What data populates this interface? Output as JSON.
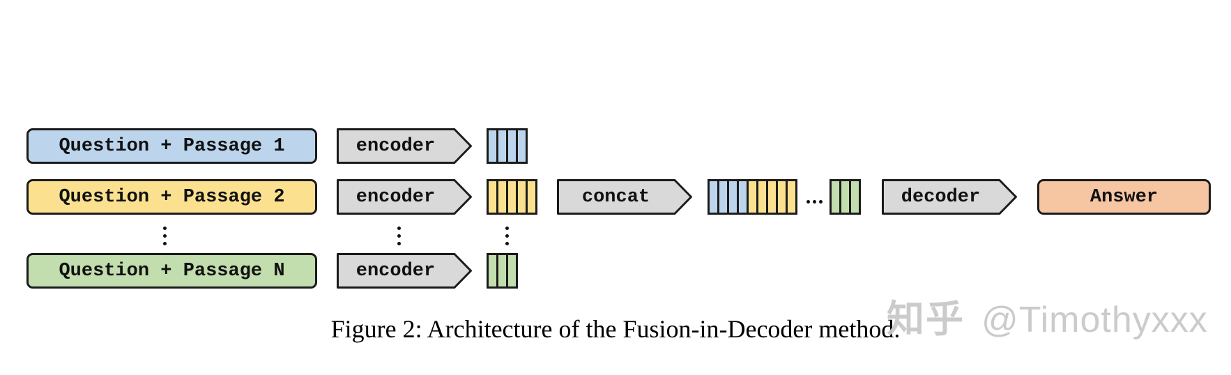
{
  "colors": {
    "blue": "#bcd5ec",
    "yellow": "#fbe18f",
    "green": "#c2ddae",
    "orange": "#f6c5a2",
    "gray": "#d9d9d9",
    "border": "#1b1b1b",
    "text": "#111111",
    "watermark": "#c9c9c9"
  },
  "rows": [
    {
      "input_label": "Question + Passage 1",
      "fill": "blue",
      "encoder_label": "encoder",
      "count": 4
    },
    {
      "input_label": "Question + Passage 2",
      "fill": "yellow",
      "encoder_label": "encoder",
      "count": 5
    },
    {
      "input_label": "Question + Passage N",
      "fill": "green",
      "encoder_label": "encoder",
      "count": 3
    }
  ],
  "concat_label": "concat",
  "decoder_label": "decoder",
  "answer_label": "Answer",
  "concatenated_tokens": [
    {
      "fill": "blue",
      "count": 4
    },
    {
      "fill": "yellow",
      "count": 5
    }
  ],
  "trailing_tokens": {
    "fill": "green",
    "count": 3
  },
  "ellipsis_vertical": "⋮",
  "ellipsis_horizontal": "…",
  "caption": "Figure 2: Architecture of the Fusion-in-Decoder method.",
  "watermark": {
    "brand": "知乎",
    "handle": "@Timothyxxx"
  }
}
